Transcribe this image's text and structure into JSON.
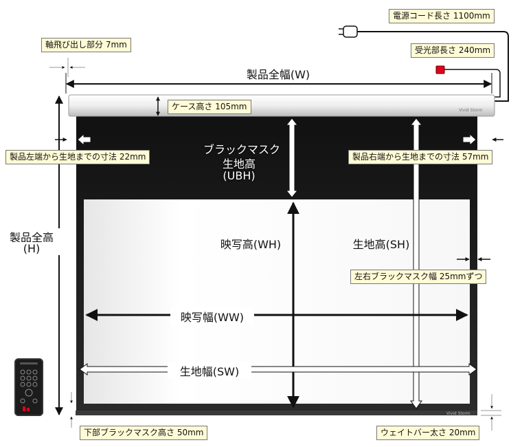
{
  "labels": {
    "power_cord": "電源コード長さ 1100mm",
    "receiver": "受光部長さ 240mm",
    "shaft": "軸飛び出し部分 7mm",
    "total_width": "製品全幅(W)",
    "case_height": "ケース高さ 105mm",
    "left_edge": "製品左端から生地までの寸法 22mm",
    "right_edge": "製品右端から生地までの寸法 57mm",
    "black_mask_line1": "ブラックマスク",
    "black_mask_line2": "生地高",
    "black_mask_line3": "(UBH)",
    "total_height_line1": "製品全高",
    "total_height_line2": "(H)",
    "view_height": "映写高(WH)",
    "fabric_height": "生地高(SH)",
    "side_mask": "左右ブラックマスク幅 25mmずつ",
    "view_width": "映写幅(WW)",
    "fabric_width": "生地幅(SW)",
    "bottom_mask": "下部ブラックマスク高さ 50mm",
    "weight_bar": "ウェイトバー太さ 20mm",
    "brand_case": "Vivid Storm",
    "brand_bar": "Vivid Storm"
  },
  "colors": {
    "label_bg": "#fffbd6",
    "receiver_red": "#e0001b",
    "screen_dark": "#1a1a1a",
    "screen_white": "#ffffff"
  },
  "icons": [
    "power-plug-icon",
    "receiver-icon",
    "remote-control-icon"
  ]
}
